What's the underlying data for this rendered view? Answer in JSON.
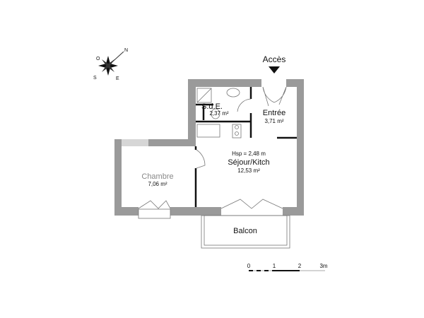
{
  "compass": {
    "icon": "compass-rose-icon",
    "labels": {
      "north": "N",
      "west": "O",
      "south": "S",
      "east": "E"
    }
  },
  "access": {
    "label": "Accès",
    "icon": "arrow-down-icon"
  },
  "rooms": [
    {
      "name": "S.d.E.",
      "area": "2,37 m²"
    },
    {
      "name": "Entrée",
      "area": "3,71 m²"
    },
    {
      "name": "Séjour/Kitch",
      "area": "12,53 m²",
      "height_note": "Hsp = 2,48 m"
    },
    {
      "name": "Chambre",
      "area": "7,06 m²"
    },
    {
      "name": "Balcon"
    }
  ],
  "scale": {
    "labels": [
      "0",
      "1",
      "2",
      "3m"
    ]
  },
  "colors": {
    "wall": "#9a9a9a",
    "partition": "#111111",
    "text": "#111111"
  }
}
